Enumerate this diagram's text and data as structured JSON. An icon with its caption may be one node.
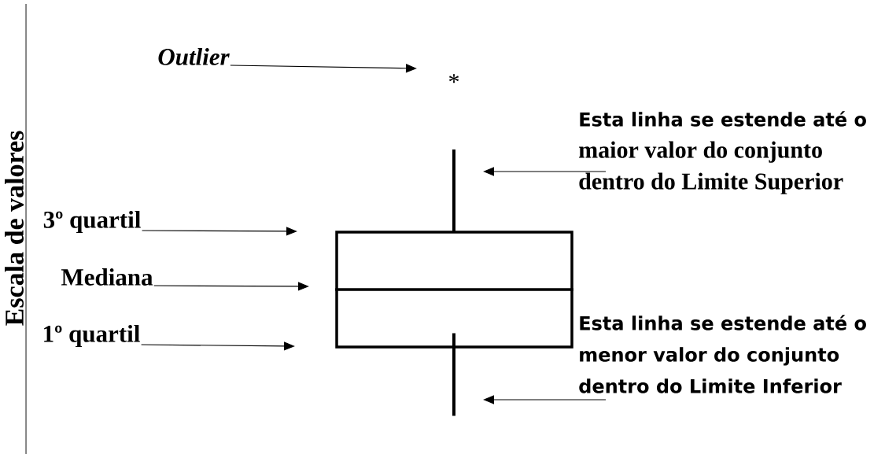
{
  "diagram": {
    "nodes": [
      {
        "text": [
          "Outlier"
        ]
      },
      {
        "text": [
          "*"
        ]
      },
      {
        "text": [],
        "shape": "box"
      },
      {
        "text": [],
        "shape": "bar"
      },
      {
        "text": [],
        "shape": "bar"
      },
      {
        "text": [
          "3º quartil"
        ]
      },
      {
        "text": [
          "Mediana"
        ]
      },
      {
        "text": [
          "1º quartil"
        ]
      },
      {
        "text": [
          "Esta linha se estende até o",
          "maior valor do conjunto dentro do Limite Superior"
        ]
      },
      {
        "text": [
          "Esta linha se estende até o menor valor do conjunto dentro do Limite Inferior"
        ]
      }
    ],
    "edges": [
      {
        "from": 0,
        "to": 1,
        "arrow": "to"
      },
      {
        "from": 8,
        "to": 3,
        "arrow": "to"
      },
      {
        "from": 5,
        "to": 2,
        "arrow": "to"
      },
      {
        "from": 6,
        "to": 2,
        "arrow": "to"
      },
      {
        "from": 7,
        "to": 2,
        "arrow": "to"
      },
      {
        "from": 9,
        "to": 4,
        "arrow": "to"
      }
    ],
    "labels": [
      "Escala de valores"
    ]
  }
}
